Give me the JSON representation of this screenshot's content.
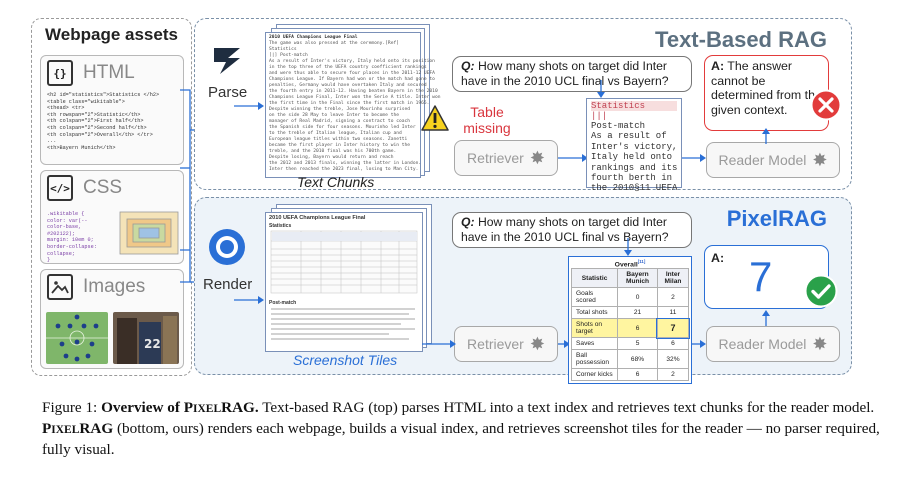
{
  "assets": {
    "title": "Webpage assets",
    "html_label": "HTML",
    "css_label": "CSS",
    "images_label": "Images",
    "html_icon": "code-brackets-icon",
    "css_icon": "code-slash-icon",
    "images_icon": "image-icon",
    "html_code": [
      "<h2 id=\"statistics\">Statistics </h2>",
      "<table class=\"wikitable\">",
      "  <thead> <tr>",
      "    <th rowspan=\"2\">Statistic</th>",
      "    <th colspan=\"2\">First half</th>",
      "    <th colspan=\"2\">Second half</th>",
      "    <th colspan=\"2\">Overall</th> </tr>",
      "  ...",
      "  <th>Bayern Munich</th>"
    ],
    "css_code": [
      ".wikitable {",
      "  color: var(--",
      "  color-base,",
      "  #202122);",
      "  margin: 10em 0;",
      "  border-collapse:",
      "  collapse; ",
      "}"
    ]
  },
  "top": {
    "title": "Text-Based RAG",
    "parse_label": "Parse",
    "chunks_label": "Text Chunks",
    "retriever_label": "Retriever",
    "reader_label": "Reader Model",
    "table_missing": "Table missing",
    "question_prefix": "Q:",
    "question": "How many shots on target did Inter have in the 2010 UCL final vs Bayern?",
    "answer_prefix": "A:",
    "answer": "The answer cannot be determined from the given context.",
    "chunk_header": "2010 UEFA Champions League Final",
    "chunk_text": [
      "The game was also pressed at the ceremony.[Ref]",
      "Statistics",
      "[|] Post-match",
      "As a result of Inter's victory, Italy held onto its position",
      "in the top three of the UEFA country coefficient rankings",
      "and were thus able to secure four places in the 2011-12 UEFA",
      "Champions League. If Bayern had won or the match had gone to",
      "penalties, Germany would have overtaken Italy and secured",
      "the fourth entry in 2011-12. Having beaten Bayern in the 2010",
      "Champions League Final, Inter won the Serie A title. Inter won",
      "the first time in the Final since the first match in 1965.",
      "Despite winning the treble, Jose Mourinho surprised",
      "on the side 28 May to leave Inter to become the",
      "manager of Real Madrid, signing a contract to coach",
      "the Spanish side for four seasons. Mourinho led Inter",
      "to the treble of Italian league, Italian cup and",
      "European league titles within two seasons. Zanetti",
      "became the first player in Inter history to win the",
      "treble, and the 2010 final was his 700th game.",
      "Despite losing, Bayern would return and reach",
      "the 2012 and 2013 finals, winning the latter in London.",
      "Inter then reached the 2023 final, losing to Man City."
    ],
    "retrieved_chunk": {
      "heading": "Statistics",
      "bars": "|||",
      "text": [
        "Post-match",
        "As a result of",
        "Inter's victory,",
        "Italy held onto",
        "rankings and its",
        "fourth berth in",
        "the 2010§11 UEFA"
      ]
    }
  },
  "bottom": {
    "title": "PixelRAG",
    "render_label": "Render",
    "tiles_label": "Screenshot Tiles",
    "retriever_label": "Retriever",
    "reader_label": "Reader Model",
    "question_prefix": "Q:",
    "question": "How many shots on target did Inter have in the 2010 UCL final vs Bayern?",
    "answer_prefix": "A:",
    "answer": "7",
    "tile_header": "2010 UEFA Champions League Final",
    "tile_badge": "Statistics",
    "tile_section": "Post-match",
    "table": {
      "title": "Overall",
      "title_ref": "[11]",
      "columns": [
        "Statistic",
        "Bayern Munich",
        "Inter Milan"
      ],
      "rows": [
        [
          "Goals scored",
          "0",
          "2"
        ],
        [
          "Total shots",
          "21",
          "11"
        ],
        [
          "Shots on target",
          "6",
          "7"
        ],
        [
          "Saves",
          "5",
          "6"
        ],
        [
          "Ball possession",
          "68%",
          "32%"
        ],
        [
          "Corner kicks",
          "6",
          "2"
        ]
      ]
    }
  },
  "caption": {
    "fig": "Figure 1:",
    "title": "Overview of",
    "name": "PixelRAG",
    "name_big": "P",
    "name_rest": "IXEL",
    "name_end": "RAG",
    "title_end": ".",
    "text1": "Text-based RAG (top) parses HTML into a text index and retrieves text chunks for the reader model.",
    "text2": "(bottom, ours) renders each webpage, builds a visual index, and retrieves screenshot tiles for the reader — no parser required, fully visual."
  },
  "colors": {
    "accent_blue": "#2a6fd6",
    "red": "#e23b3b",
    "green": "#2aa14a",
    "highlight": "#fff5a0"
  }
}
